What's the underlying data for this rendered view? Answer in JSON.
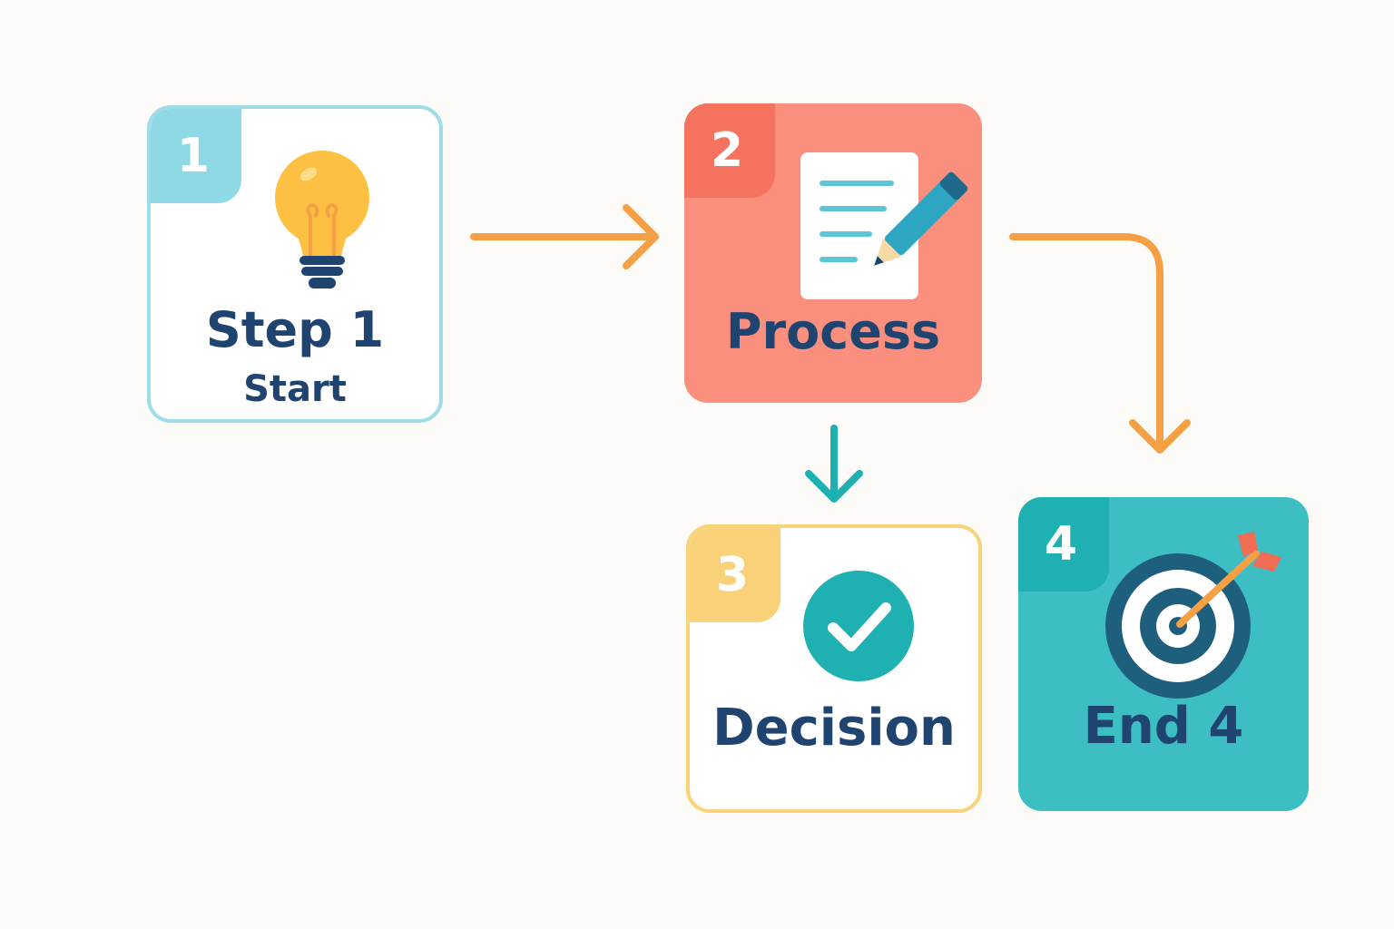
{
  "colors": {
    "background": "#fcfbf8",
    "text": "#1f4470",
    "arrow_orange": "#f5a044",
    "arrow_teal": "#1fb0b1"
  },
  "steps": [
    {
      "number": "1",
      "title": "Step 1",
      "subtitle": "Start",
      "icon": "lightbulb-icon"
    },
    {
      "number": "2",
      "title": "Process",
      "icon": "document-pencil-icon"
    },
    {
      "number": "3",
      "title": "Decision",
      "icon": "checkmark-icon"
    },
    {
      "number": "4",
      "title": "End 4",
      "icon": "target-icon"
    }
  ]
}
